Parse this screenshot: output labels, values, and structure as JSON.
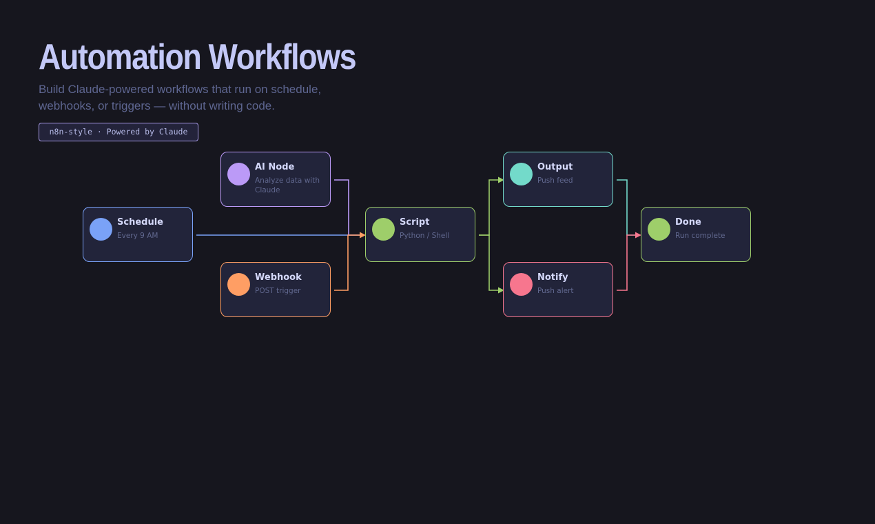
{
  "header": {
    "title": "Automation Workflows",
    "subtitle": "Build Claude-powered workflows that run on schedule, webhooks, or triggers — without writing code.",
    "badge": "n8n-style · Powered by Claude"
  },
  "nodes": {
    "schedule": {
      "label": "Schedule",
      "description": "Every 9 AM",
      "color": "#7aa2f7"
    },
    "ainode": {
      "label": "AI Node",
      "description": "Analyze data with Claude",
      "color": "#bb9af7"
    },
    "webhook": {
      "label": "Webhook",
      "description": "POST trigger",
      "color": "#ff9e64"
    },
    "script": {
      "label": "Script",
      "description": "Python / Shell",
      "color": "#9ece6a"
    },
    "output": {
      "label": "Output",
      "description": "Push feed",
      "color": "#73daca"
    },
    "notify": {
      "label": "Notify",
      "description": "Push alert",
      "color": "#f7768e"
    },
    "done": {
      "label": "Done",
      "description": "Run complete",
      "color": "#9ece6a"
    }
  },
  "connections": [
    {
      "from": "Schedule",
      "to": "Script",
      "color": "#7aa2f7"
    },
    {
      "from": "AI Node",
      "to": "Script",
      "color": "#bb9af7"
    },
    {
      "from": "Webhook",
      "to": "Script",
      "color": "#ff9e64"
    },
    {
      "from": "Script",
      "to": "Output",
      "color": "#9ece6a"
    },
    {
      "from": "Script",
      "to": "Notify",
      "color": "#9ece6a"
    },
    {
      "from": "Output",
      "to": "Done",
      "color": "#73daca"
    },
    {
      "from": "Notify",
      "to": "Done",
      "color": "#f7768e"
    }
  ]
}
